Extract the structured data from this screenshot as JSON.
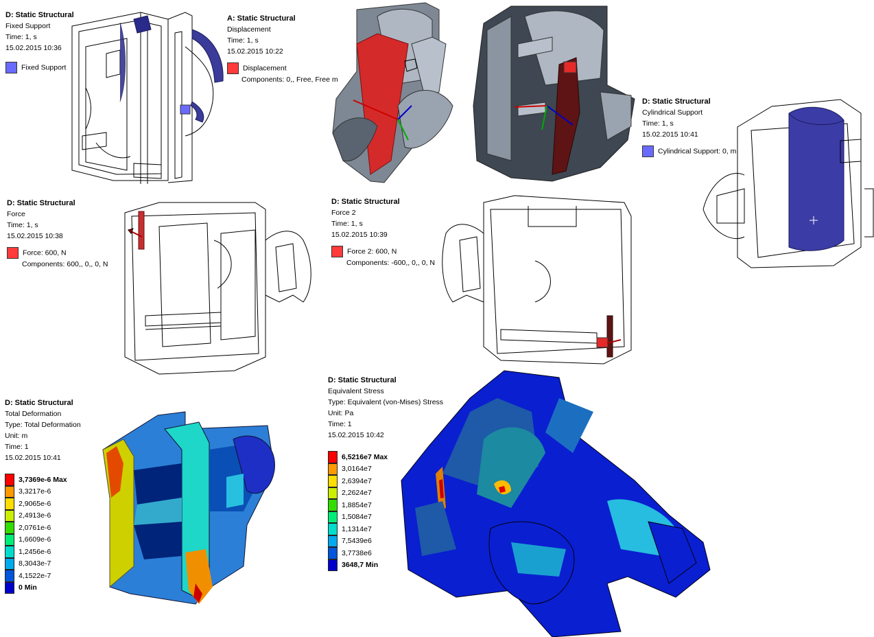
{
  "panels": {
    "fixed": {
      "title": "D: Static Structural",
      "name": "Fixed Support",
      "time": "Time: 1, s",
      "date": "15.02.2015 10:36",
      "legend": "Fixed Support",
      "color": "#6a6aff"
    },
    "displacement": {
      "title": "A: Static Structural",
      "name": "Displacement",
      "time": "Time: 1, s",
      "date": "15.02.2015 10:22",
      "legend": "Displacement",
      "components": "Components: 0,, Free, Free m",
      "color": "#ff3b3b"
    },
    "cylindrical": {
      "title": "D: Static Structural",
      "name": "Cylindrical Support",
      "time": "Time: 1, s",
      "date": "15.02.2015 10:41",
      "legend": "Cylindrical Support: 0, m",
      "color": "#6a6aff"
    },
    "force": {
      "title": "D: Static Structural",
      "name": "Force",
      "time": "Time: 1, s",
      "date": "15.02.2015 10:38",
      "legend": "Force: 600, N",
      "components": "Components: 600,, 0,, 0, N",
      "color": "#ff3b3b"
    },
    "force2": {
      "title": "D: Static Structural",
      "name": "Force 2",
      "time": "Time: 1, s",
      "date": "15.02.2015 10:39",
      "legend": "Force 2: 600, N",
      "components": "Components: -600,, 0,, 0, N",
      "color": "#ff3b3b"
    },
    "deformation": {
      "title": "D: Static Structural",
      "name": "Total Deformation",
      "type": "Type: Total Deformation",
      "unit": "Unit: m",
      "time": "Time: 1",
      "date": "15.02.2015 10:41",
      "legend": [
        "3,7369e-6 Max",
        "3,3217e-6",
        "2,9065e-6",
        "2,4913e-6",
        "2,0761e-6",
        "1,6609e-6",
        "1,2456e-6",
        "8,3043e-7",
        "4,1522e-7",
        "0 Min"
      ]
    },
    "stress": {
      "title": "D: Static Structural",
      "name": "Equivalent Stress",
      "type": "Type: Equivalent (von-Mises) Stress",
      "unit": "Unit: Pa",
      "time": "Time: 1",
      "date": "15.02.2015 10:42",
      "legend": [
        "6,5216e7 Max",
        "3,0164e7",
        "2,6394e7",
        "2,2624e7",
        "1,8854e7",
        "1,5084e7",
        "1,1314e7",
        "7,5439e6",
        "3,7738e6",
        "3648,7 Min"
      ]
    },
    "legend_colors": [
      "#ff0000",
      "#ff9900",
      "#ffdd00",
      "#ccee00",
      "#33dd00",
      "#00ee77",
      "#00ddcc",
      "#00aaee",
      "#0055dd",
      "#0000cc"
    ]
  }
}
